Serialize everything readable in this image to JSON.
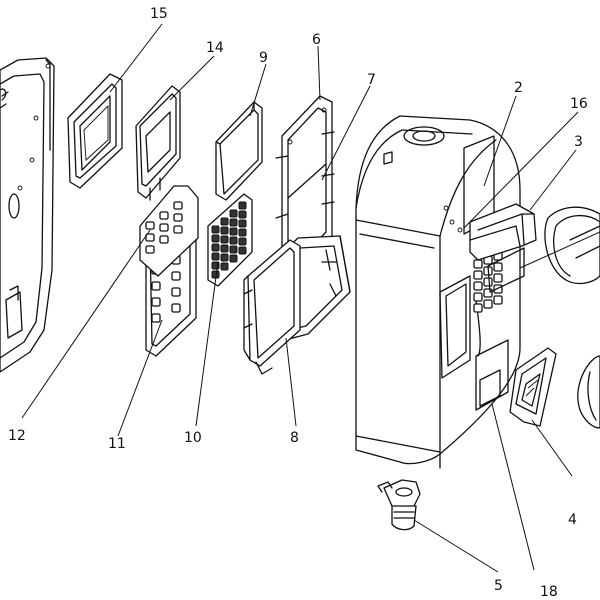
{
  "diagram": {
    "part_labels": [
      "15",
      "14",
      "9",
      "6",
      "7",
      "2",
      "16",
      "3",
      "12",
      "11",
      "10",
      "8",
      "4",
      "5",
      "18"
    ]
  }
}
